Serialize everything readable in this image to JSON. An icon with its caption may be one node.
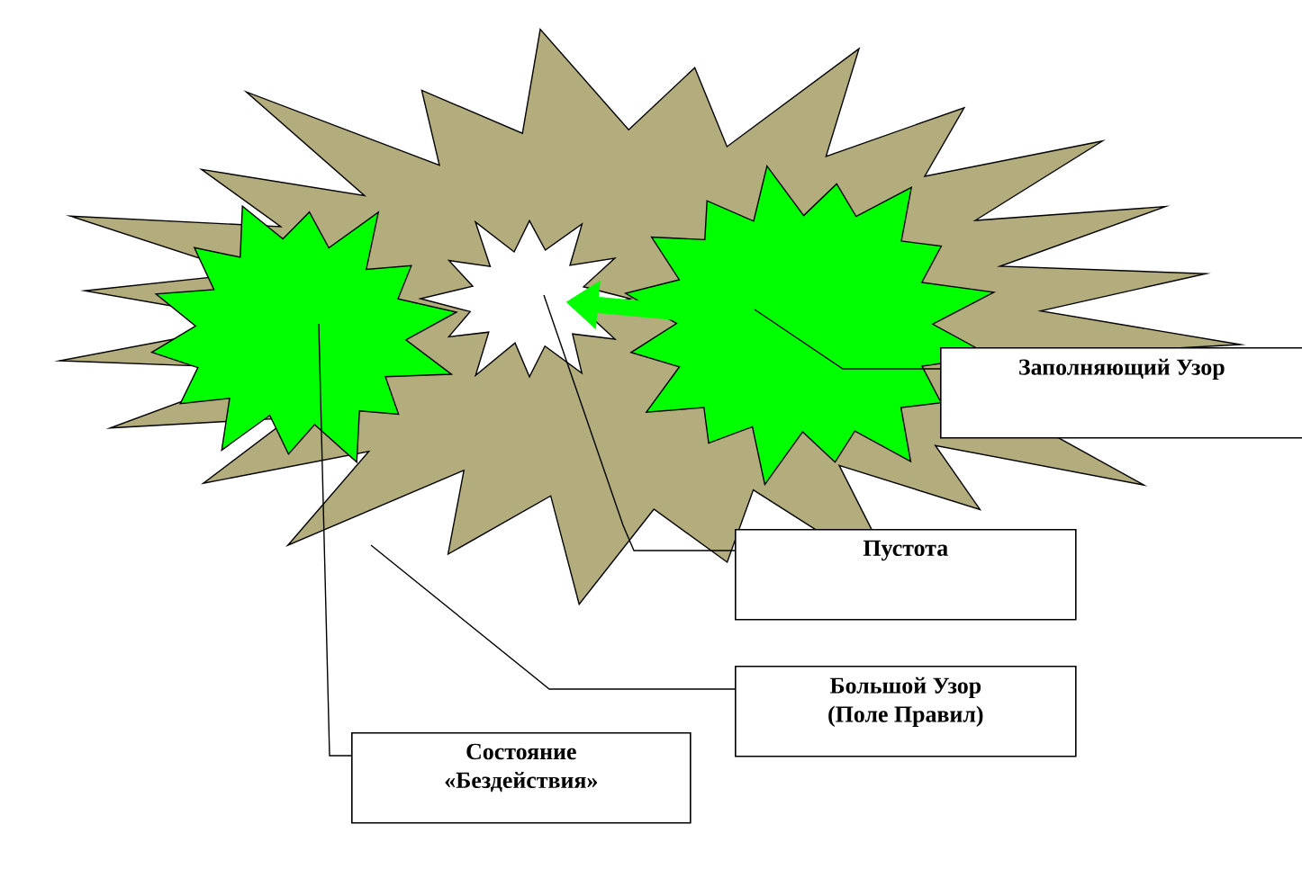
{
  "diagram": {
    "nodes": [
      {
        "text": [],
        "shape": "star"
      },
      {
        "text": [],
        "shape": "star",
        "in": 0
      },
      {
        "text": [],
        "shape": "star",
        "in": 0
      },
      {
        "text": [],
        "shape": "star",
        "in": 0
      },
      {
        "text": [
          "Заполняющий Узор"
        ]
      },
      {
        "text": [
          "Пустота"
        ]
      },
      {
        "text": [
          "Большой Узор (Поле Правил)"
        ]
      },
      {
        "text": [
          "Состояние «Бездействия»"
        ]
      }
    ],
    "edges": [
      {
        "from": 3,
        "to": 2,
        "arrow": "to",
        "style": "thick",
        "color": "#00ff00"
      },
      {
        "from": 4,
        "to": 3,
        "arrow": "none"
      },
      {
        "from": 5,
        "to": 2,
        "arrow": "none"
      },
      {
        "from": 6,
        "to": 0,
        "arrow": "none"
      },
      {
        "from": 7,
        "to": 1,
        "arrow": "none"
      }
    ]
  }
}
